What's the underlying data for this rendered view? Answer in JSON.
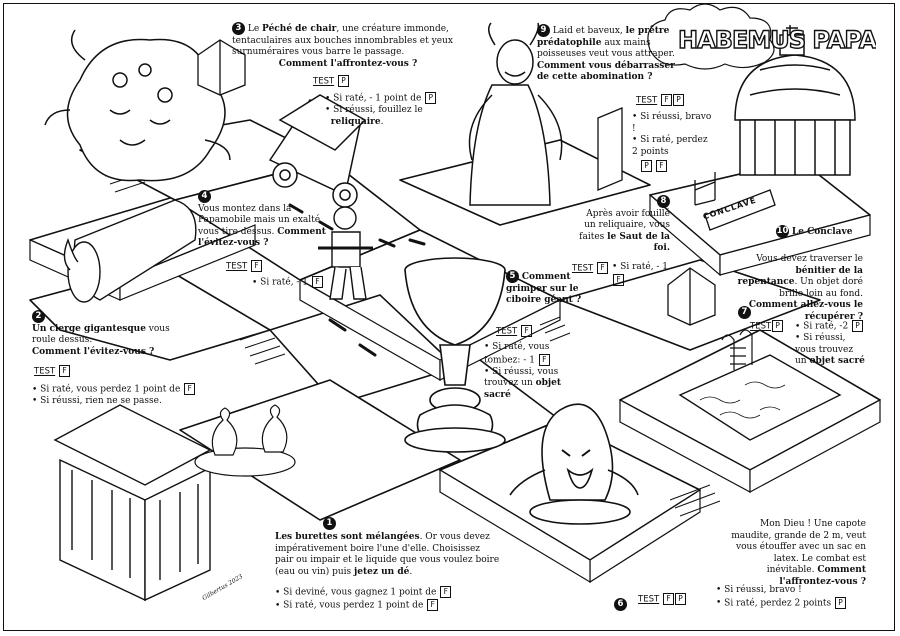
{
  "title": "HABEMUS PAPAM!",
  "spaces": [
    {
      "number": "1",
      "heading": "Les burettes sont mélangées",
      "text": ". Or vous devez impérativement boire l'une d'elle. Choisissez pair ou impair et le liquide que vous voulez boire (eau ou vin) puis ",
      "emph": "jetez un dé",
      "tail": ".",
      "bullets": [
        "Si deviné, vous gagnez 1 point de",
        "Si raté, vous perdez 1 point de"
      ],
      "boxes": [
        "F",
        "F"
      ]
    },
    {
      "number": "2",
      "heading": "Un cierge gigantesque",
      "text": " vous roule dessus.",
      "question": "Comment l'évitez-vous ?",
      "test": "TEST",
      "test_boxes": [
        "F"
      ],
      "bullets": [
        "Si raté, vous perdez 1 point de",
        "Si réussi, rien ne se passe."
      ],
      "boxes": [
        "F"
      ]
    },
    {
      "number": "3",
      "pre": "Le ",
      "heading": "Péché de chair",
      "text": ", une créature immonde, tentaculaires aux bouches innombrables et yeux surnuméraires vous barre le passage.",
      "question": "Comment l'affrontez-vous ?",
      "test": "TEST",
      "test_boxes": [
        "P"
      ],
      "bullets": [
        "Si raté, - 1 point de",
        "Si réussi, fouillez le"
      ],
      "boxes": [
        "P"
      ],
      "emph": "reliquaire",
      "tail": "."
    },
    {
      "number": "4",
      "text": "Vous montez dans la Papamobile mais un exalté vous tire dessus.",
      "question": "Comment l'évitez-vous ?",
      "test": "TEST",
      "test_boxes": [
        "F"
      ],
      "bullets": [
        "Si raté, - 1"
      ],
      "boxes": [
        "F"
      ]
    },
    {
      "number": "5",
      "heading": "Comment grimper sur le ciboire géant ?",
      "test": "TEST",
      "test_boxes": [
        "F"
      ],
      "bullets": [
        "Si raté, vous tombez: - 1",
        "Si réussi, vous trouvez un"
      ],
      "boxes": [
        "F"
      ],
      "emph": "objet sacré"
    },
    {
      "number": "6",
      "text": "Mon Dieu ! Une capote maudite, grande de 2 m, veut vous étouffer avec un sac en latex. Le combat est inévitable.",
      "question": "Comment l'affrontez-vous ?",
      "test": "TEST",
      "test_boxes": [
        "F",
        "P"
      ],
      "bullets": [
        "Si réussi, bravo !",
        "Si raté, perdez 2 points"
      ],
      "boxes": [
        "P"
      ]
    },
    {
      "number": "7",
      "text": "Vous devez traverser le ",
      "heading": "bénitier de la repentance",
      "text2": ". Un objet doré brille loin au fond.",
      "question": "Comment allez-vous le récupérer ?",
      "test": "TEST",
      "test_boxes": [
        "P"
      ],
      "bullets": [
        "Si raté, -2",
        "Si réussi, vous trouvez un"
      ],
      "boxes": [
        "P"
      ],
      "emph": "objet sacré"
    },
    {
      "number": "8",
      "text": "Après avoir fouillé un reliquaire, vous faites ",
      "heading": "le Saut de la foi.",
      "test": "TEST",
      "test_boxes": [
        "F"
      ],
      "bullets": [
        "Si raté, - 1"
      ],
      "boxes": [
        "F"
      ]
    },
    {
      "number": "9",
      "pre": "Laid et baveux, ",
      "heading": "le prêtre prédatophile",
      "text": " aux mains poisseuses veut vous attraper.",
      "question": "Comment vous débarrasser de cette abomination ?",
      "test": "TEST",
      "test_boxes": [
        "F",
        "P"
      ],
      "bullets": [
        "Si réussi, bravo !",
        "Si raté, perdez 2 points"
      ],
      "boxes": [
        "P",
        "F"
      ]
    },
    {
      "number": "10",
      "heading": "Le Conclave"
    }
  ],
  "sign": "CONCLAVE",
  "signature": "Gilbertus 2023"
}
